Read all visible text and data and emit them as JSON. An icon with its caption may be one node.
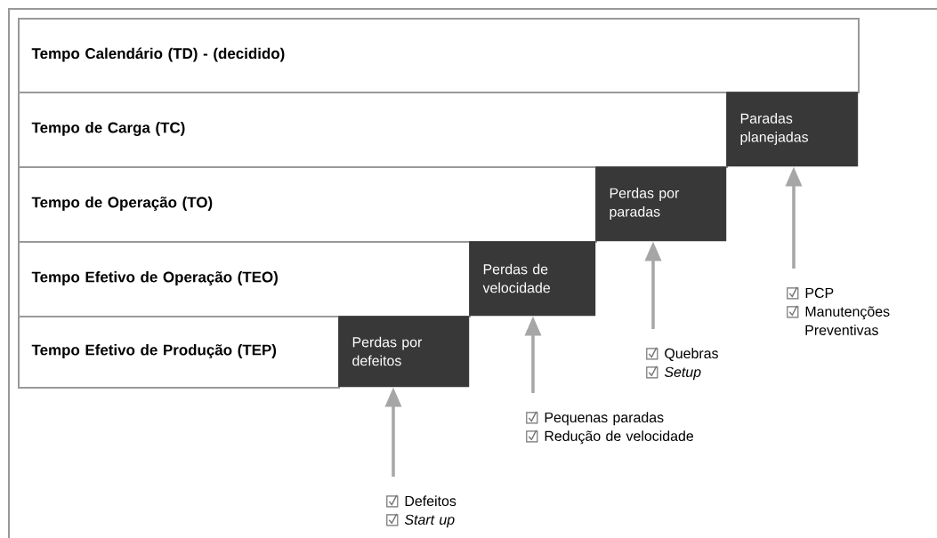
{
  "diagram": {
    "nodes": [
      {
        "text": [
          "Tempo Calendário (TD) - (decidido)"
        ]
      },
      {
        "text": [
          "Tempo de Carga (TC)"
        ]
      },
      {
        "text": [
          "Paradas planejadas"
        ]
      },
      {
        "text": [
          "Tempo de Operação (TO)"
        ]
      },
      {
        "text": [
          "Perdas por paradas"
        ]
      },
      {
        "text": [
          "Tempo Efetivo de Operação (TEO)"
        ]
      },
      {
        "text": [
          "Perdas de velocidade"
        ]
      },
      {
        "text": [
          "Tempo Efetivo de Produção (TEP)"
        ]
      },
      {
        "text": [
          "Perdas por defeitos"
        ]
      },
      {
        "text": [
          "PCP",
          "Manutenções Preventivas"
        ]
      },
      {
        "text": [
          "Quebras",
          "*Setup*"
        ]
      },
      {
        "text": [
          "Pequenas paradas",
          "Redução de velocidade"
        ]
      },
      {
        "text": [
          "Defeitos",
          "*Start up*"
        ]
      }
    ],
    "edges": [
      {
        "from": 9,
        "to": 2,
        "arrow": "to"
      },
      {
        "from": 10,
        "to": 4,
        "arrow": "to"
      },
      {
        "from": 11,
        "to": 6,
        "arrow": "to"
      },
      {
        "from": 12,
        "to": 8,
        "arrow": "to"
      }
    ]
  }
}
